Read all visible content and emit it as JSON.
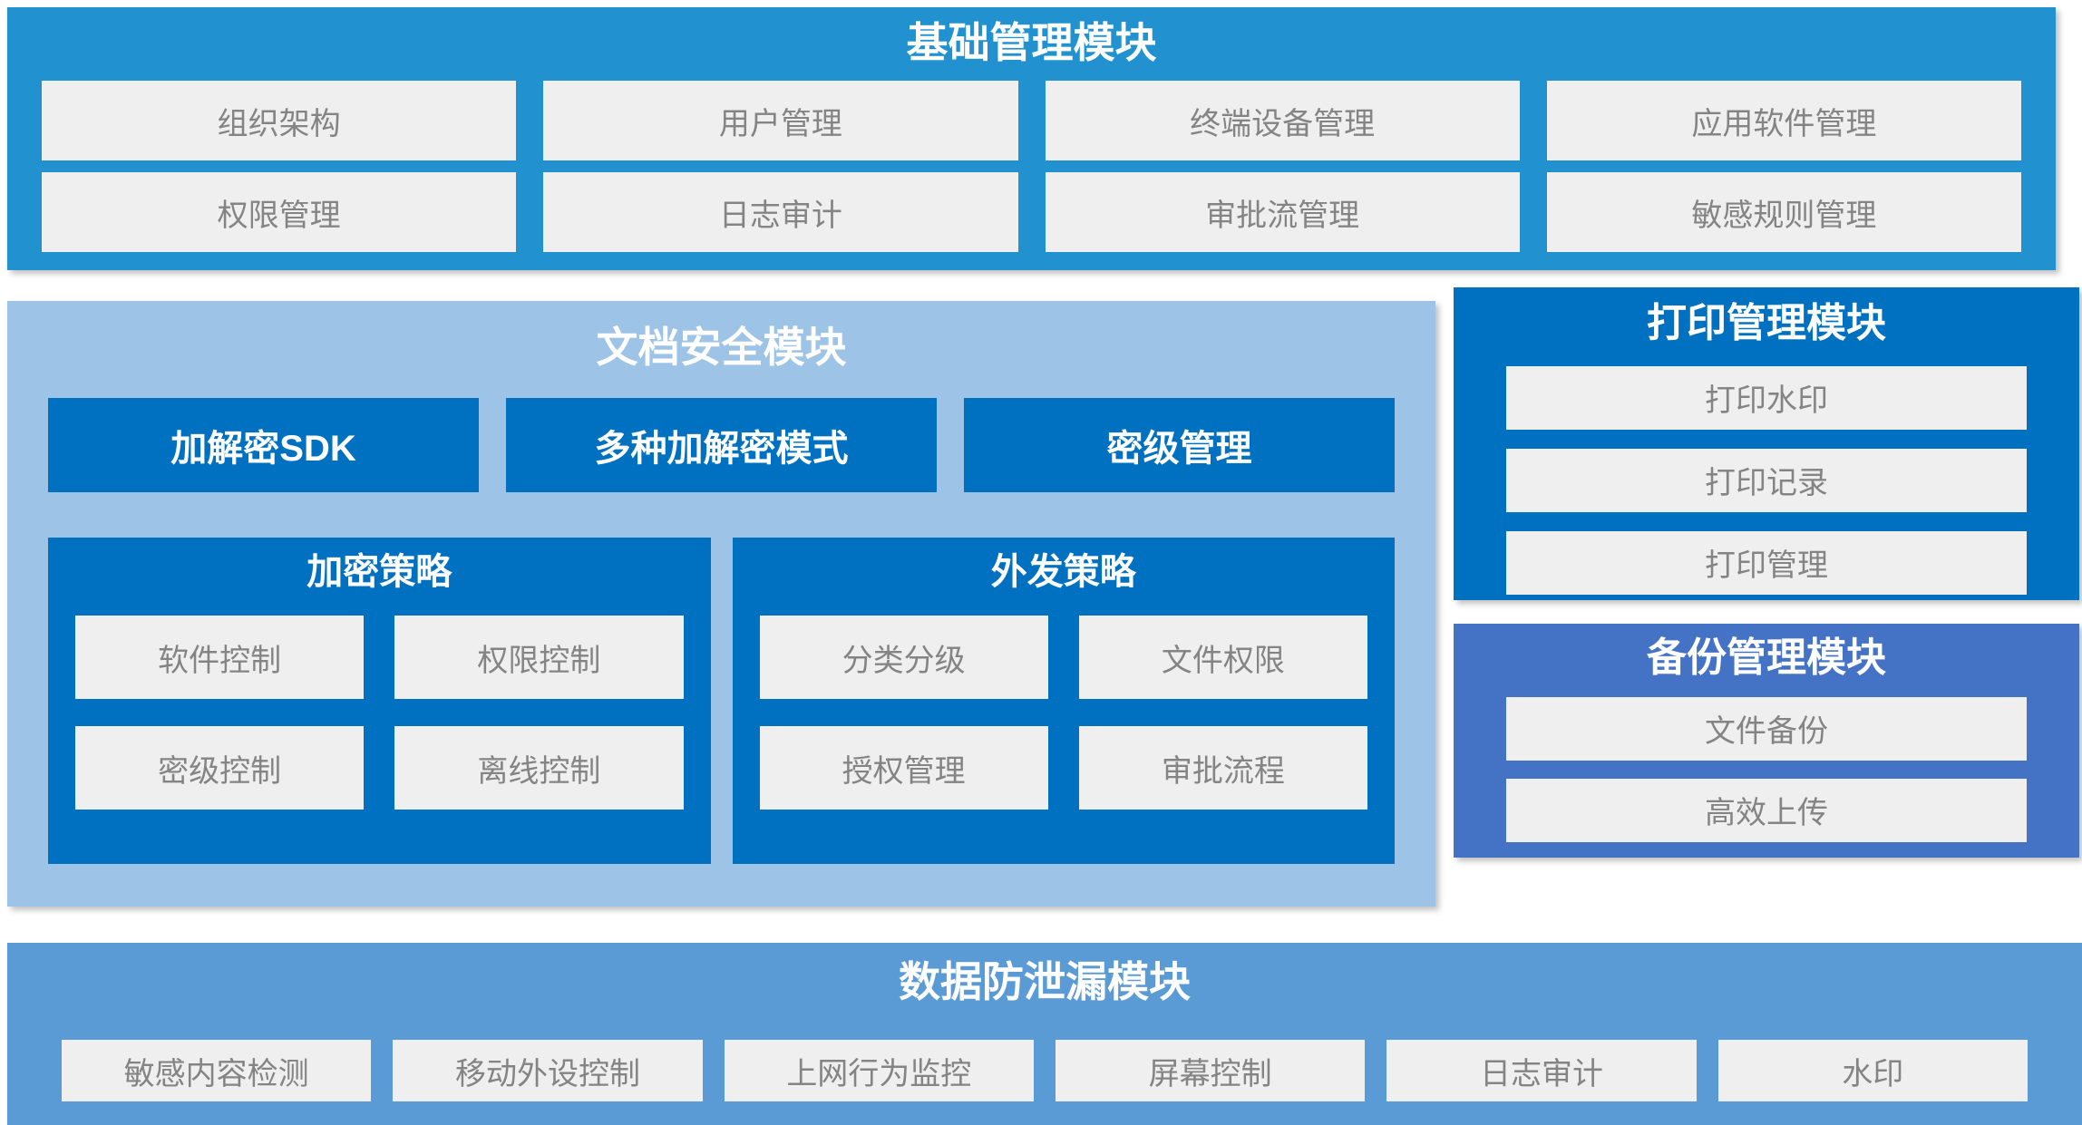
{
  "colors": {
    "basic_panel": "#2191d0",
    "document_panel": "#9dc3e6",
    "dark_blue": "#0070c0",
    "backup_panel": "#4472c4",
    "dlp_panel": "#5b9bd5",
    "cell_bg": "#efefef",
    "cell_text": "#848484",
    "title_text": "#ffffff"
  },
  "modules": {
    "basic": {
      "title": "基础管理模块",
      "items": [
        "组织架构",
        "用户管理",
        "终端设备管理",
        "应用软件管理",
        "权限管理",
        "日志审计",
        "审批流管理",
        "敏感规则管理"
      ]
    },
    "document": {
      "title": "文档安全模块",
      "features": [
        "加解密SDK",
        "多种加解密模式",
        "密级管理"
      ],
      "encrypt_policy": {
        "title": "加密策略",
        "items": [
          "软件控制",
          "权限控制",
          "密级控制",
          "离线控制"
        ]
      },
      "outgoing_policy": {
        "title": "外发策略",
        "items": [
          "分类分级",
          "文件权限",
          "授权管理",
          "审批流程"
        ]
      }
    },
    "print": {
      "title": "打印管理模块",
      "items": [
        "打印水印",
        "打印记录",
        "打印管理"
      ]
    },
    "backup": {
      "title": "备份管理模块",
      "items": [
        "文件备份",
        "高效上传"
      ]
    },
    "dlp": {
      "title": "数据防泄漏模块",
      "items": [
        "敏感内容检测",
        "移动外设控制",
        "上网行为监控",
        "屏幕控制",
        "日志审计",
        "水印"
      ]
    }
  }
}
